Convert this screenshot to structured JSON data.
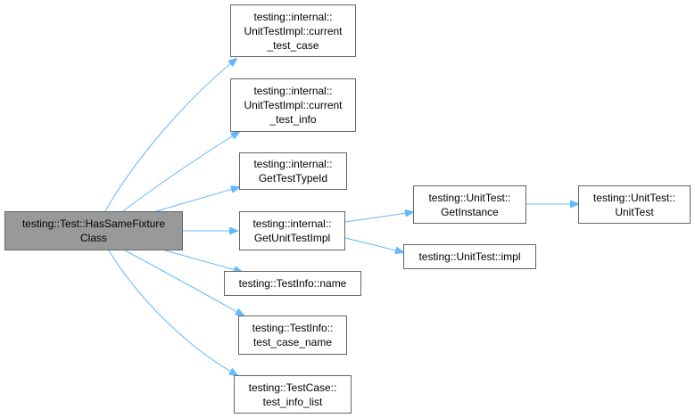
{
  "colors": {
    "edge": "#63B8FF",
    "root_fill": "#999999",
    "node_border": "#666666"
  },
  "root": {
    "lines": [
      "testing::Test::HasSameFixture",
      "Class"
    ]
  },
  "nodes": {
    "current_test_case": {
      "lines": [
        "testing::internal::",
        "UnitTestImpl::current",
        "_test_case"
      ]
    },
    "current_test_info": {
      "lines": [
        "testing::internal::",
        "UnitTestImpl::current",
        "_test_info"
      ]
    },
    "get_test_type_id": {
      "lines": [
        "testing::internal::",
        "GetTestTypeId"
      ]
    },
    "get_unit_test_impl": {
      "lines": [
        "testing::internal::",
        "GetUnitTestImpl"
      ]
    },
    "test_info_name": {
      "lines": [
        "testing::TestInfo::name"
      ]
    },
    "test_case_name": {
      "lines": [
        "testing::TestInfo::",
        "test_case_name"
      ]
    },
    "test_info_list": {
      "lines": [
        "testing::TestCase::",
        "test_info_list"
      ]
    },
    "get_instance": {
      "lines": [
        "testing::UnitTest::",
        "GetInstance"
      ]
    },
    "unit_test_impl": {
      "lines": [
        "testing::UnitTest::impl"
      ]
    },
    "unit_test_ctor": {
      "lines": [
        "testing::UnitTest::",
        "UnitTest"
      ]
    }
  },
  "edges": [
    [
      "root",
      "current_test_case"
    ],
    [
      "root",
      "current_test_info"
    ],
    [
      "root",
      "get_test_type_id"
    ],
    [
      "root",
      "get_unit_test_impl"
    ],
    [
      "root",
      "test_info_name"
    ],
    [
      "root",
      "test_case_name"
    ],
    [
      "root",
      "test_info_list"
    ],
    [
      "get_unit_test_impl",
      "get_instance"
    ],
    [
      "get_unit_test_impl",
      "unit_test_impl"
    ],
    [
      "get_instance",
      "unit_test_ctor"
    ]
  ]
}
